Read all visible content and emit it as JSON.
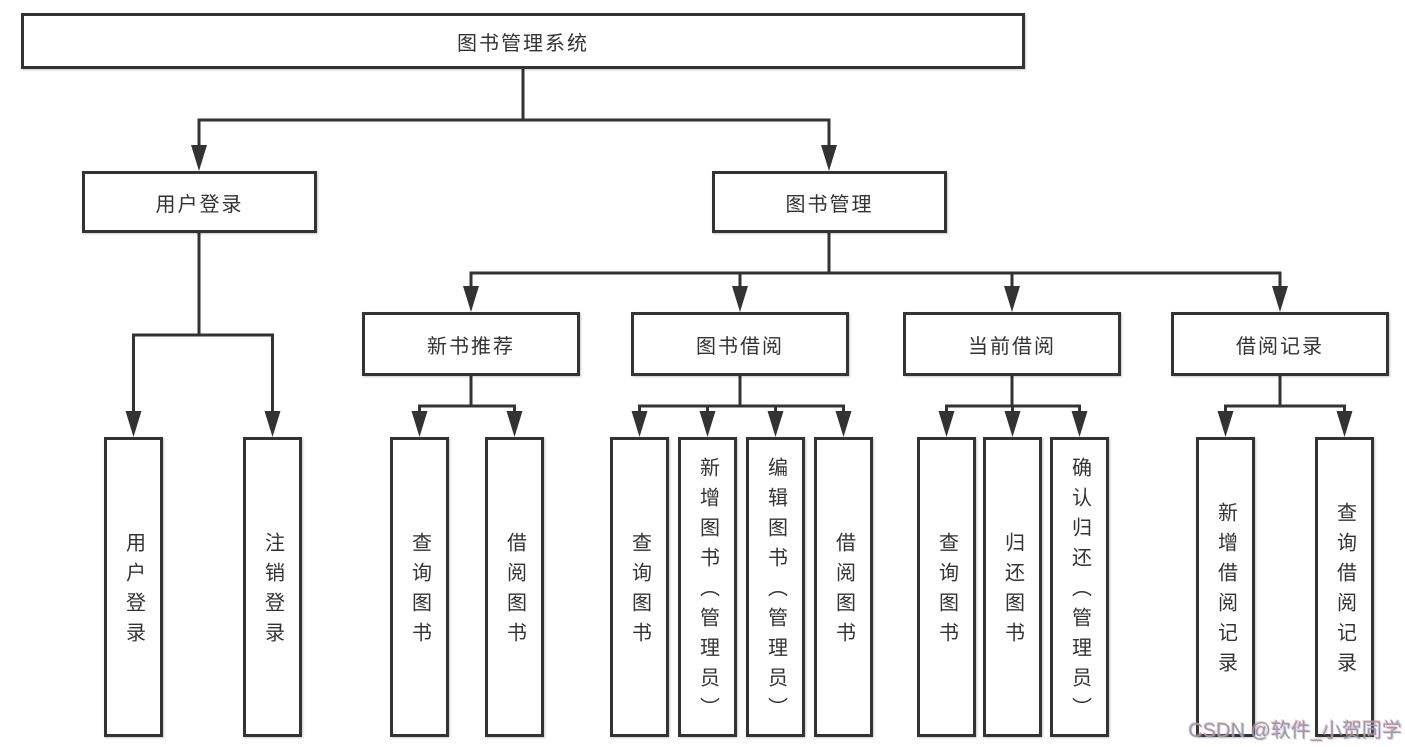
{
  "tree": {
    "label": "图书管理系统",
    "children": [
      {
        "label": "用户登录",
        "children": [
          {
            "label": "用户登录"
          },
          {
            "label": "注销登录"
          }
        ]
      },
      {
        "label": "图书管理",
        "children": [
          {
            "label": "新书推荐",
            "children": [
              {
                "label": "查询图书"
              },
              {
                "label": "借阅图书"
              }
            ]
          },
          {
            "label": "图书借阅",
            "children": [
              {
                "label": "查询图书"
              },
              {
                "label": "新增图书（管理员）"
              },
              {
                "label": "编辑图书（管理员）"
              },
              {
                "label": "借阅图书"
              }
            ]
          },
          {
            "label": "当前借阅",
            "children": [
              {
                "label": "查询图书"
              },
              {
                "label": "归还图书"
              },
              {
                "label": "确认归还（管理员）"
              }
            ]
          },
          {
            "label": "借阅记录",
            "children": [
              {
                "label": "新增借阅记录"
              },
              {
                "label": "查询借阅记录"
              }
            ]
          }
        ]
      }
    ]
  },
  "watermark": "CSDN @软件_小贺同学",
  "colors": {
    "line": "#333333",
    "box_border": "#333333",
    "text": "#333333",
    "background": "#ffffff",
    "watermark": "#9b9ba3"
  }
}
